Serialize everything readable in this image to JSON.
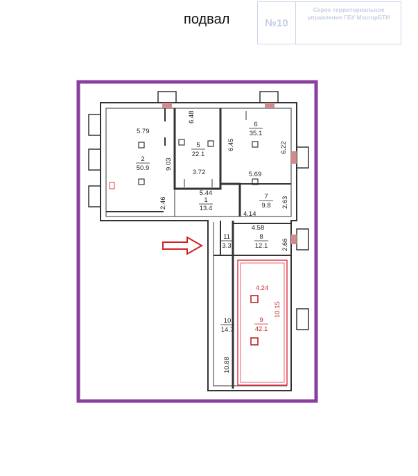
{
  "page": {
    "title": "подвал"
  },
  "stamp": {
    "number": "№10",
    "text": "Серое территориальное управление ГБУ МосгорБТИ"
  },
  "colors": {
    "frame": "#8a3f9e",
    "highlight": "#e23a4e",
    "arrow": "#d62020",
    "wall": "#333333"
  },
  "rooms": [
    {
      "id": "2",
      "area": "50.9",
      "dims": [
        "5.79",
        "9.03"
      ]
    },
    {
      "id": "5",
      "area": "22.1",
      "dims": [
        "6.48",
        "3.72"
      ]
    },
    {
      "id": "6",
      "area": "35.1",
      "dims": [
        "6.45",
        "6.22",
        "5.69"
      ]
    },
    {
      "id": "1",
      "area": "13.4",
      "dims": [
        "5.44",
        "2.46"
      ]
    },
    {
      "id": "7",
      "area": "9.8",
      "dims": [
        "2.63",
        "4.14"
      ]
    },
    {
      "id": "8",
      "area": "12.1",
      "dims": [
        "4.58",
        "2.66"
      ]
    },
    {
      "id": "11",
      "area": "3.3",
      "dims": []
    },
    {
      "id": "10",
      "area": "14.7",
      "dims": [
        "10.88"
      ]
    },
    {
      "id": "9",
      "area": "42.1",
      "dims": [
        "4.24",
        "10.15"
      ]
    }
  ]
}
